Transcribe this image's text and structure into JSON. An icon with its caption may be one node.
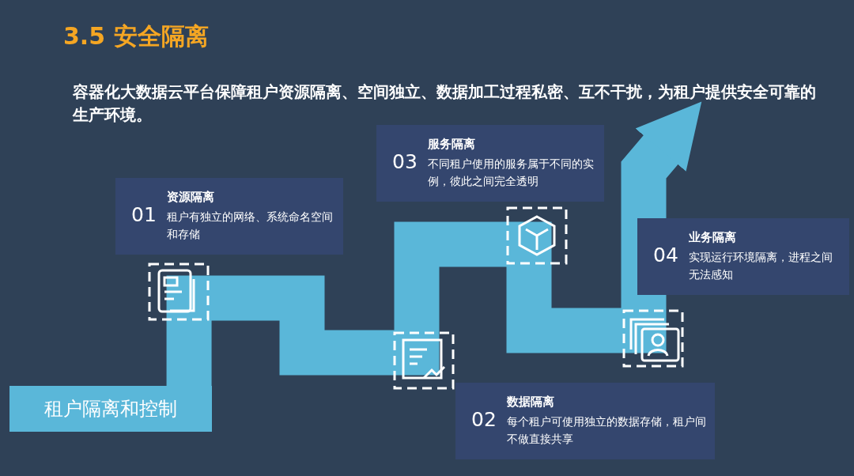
{
  "diagram": {
    "title": "3.5 安全隔离",
    "nodes": [
      {
        "text": [
          "租户隔离和控制"
        ]
      },
      {
        "text": [
          "01",
          "资源隔离",
          "租户有独立的网络、系统命名空间和存储"
        ]
      },
      {
        "text": [
          "02",
          "数据隔离",
          "每个租户可使用独立的数据存储，租户间不做直接共享"
        ]
      },
      {
        "text": [
          "03",
          "服务隔离",
          "不同租户使用的服务属于不同的实例，彼此之间完全透明"
        ]
      },
      {
        "text": [
          "04",
          "业务隔离",
          "实现运行环境隔离，进程之间无法感知"
        ]
      }
    ],
    "edges": [
      {
        "from": 0,
        "to": 4,
        "arrow": "to"
      }
    ],
    "labels": [
      "容器化大数据云平台保障租户资源隔离、空间独立、数据加工过程私密、互不干扰，为租户提供安全可靠的生产环境。"
    ]
  }
}
